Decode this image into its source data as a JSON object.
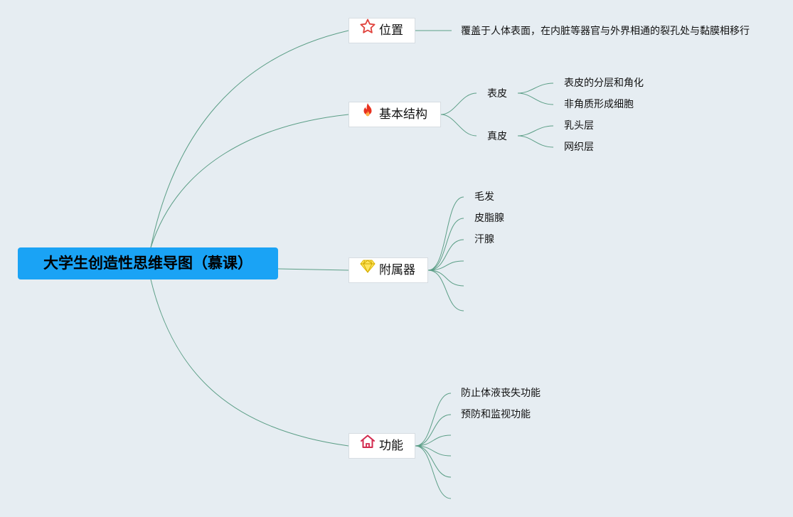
{
  "root": {
    "title": "大学生创造性思维导图（慕课）"
  },
  "branches": {
    "position": {
      "label": "位置",
      "icon": "star-icon",
      "children": [
        "覆盖于人体表面，在内脏等器官与外界相通的裂孔处与黏膜相移行"
      ]
    },
    "structure": {
      "label": "基本结构",
      "icon": "fire-icon",
      "epidermis": {
        "label": "表皮",
        "children": [
          "表皮的分层和角化",
          "非角质形成细胞"
        ]
      },
      "dermis": {
        "label": "真皮",
        "children": [
          "乳头层",
          "网织层"
        ]
      }
    },
    "appendages": {
      "label": "附属器",
      "icon": "diamond-icon",
      "children": [
        "毛发",
        "皮脂腺",
        "汗腺",
        "",
        "",
        ""
      ]
    },
    "function": {
      "label": "功能",
      "icon": "house-icon",
      "children": [
        "防止体液丧失功能",
        "预防和监视功能",
        "",
        "",
        "",
        ""
      ]
    }
  },
  "colors": {
    "background": "#e6edf2",
    "root_fill": "#1aa3f5",
    "line": "#5b9e86"
  }
}
